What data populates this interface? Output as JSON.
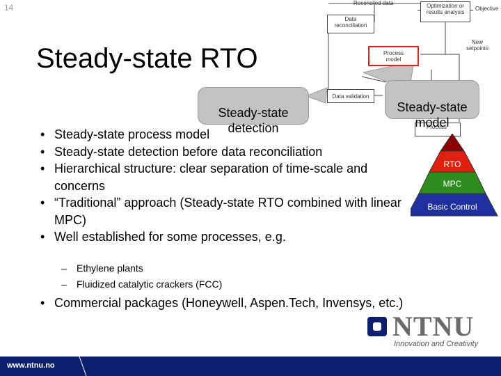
{
  "slide_number": "14",
  "title": "Steady-state RTO",
  "diagram": {
    "reconciled_data": "Reconciled data",
    "data_reconciliation": "Data\nreconciliation",
    "optimization": "Optimization or\nresults analysis",
    "objective": "Objective",
    "process_model": "Process\nmodel",
    "new_setpoints": "New\nsetpoints",
    "data_validation": "Data validation",
    "process": "Process"
  },
  "callouts": {
    "detection": "Steady-state\ndetection",
    "model": "Steady-state\nmodel"
  },
  "pyramid": {
    "levels": [
      "RTO",
      "MPC",
      "Basic Control"
    ],
    "colors": {
      "top": "#8b0000",
      "rto": "#e02010",
      "mpc": "#2e8b1e",
      "basic": "#1f2f9e"
    }
  },
  "bullets": [
    "Steady-state process model",
    "Steady-state detection before data reconciliation",
    "Hierarchical structure: clear separation of time-scale and concerns",
    "“Traditional” approach (Steady-state RTO combined with linear MPC)",
    "Well established for some processes, e.g."
  ],
  "sub_bullets": [
    "Ethylene plants",
    "Fluidized catalytic crackers (FCC)"
  ],
  "last_bullet": "Commercial packages (Honeywell, Aspen.Tech, Invensys, etc.)",
  "logo": {
    "name": "NTNU",
    "tagline": "Innovation and Creativity"
  },
  "footer": {
    "url": "www.ntnu.no"
  }
}
